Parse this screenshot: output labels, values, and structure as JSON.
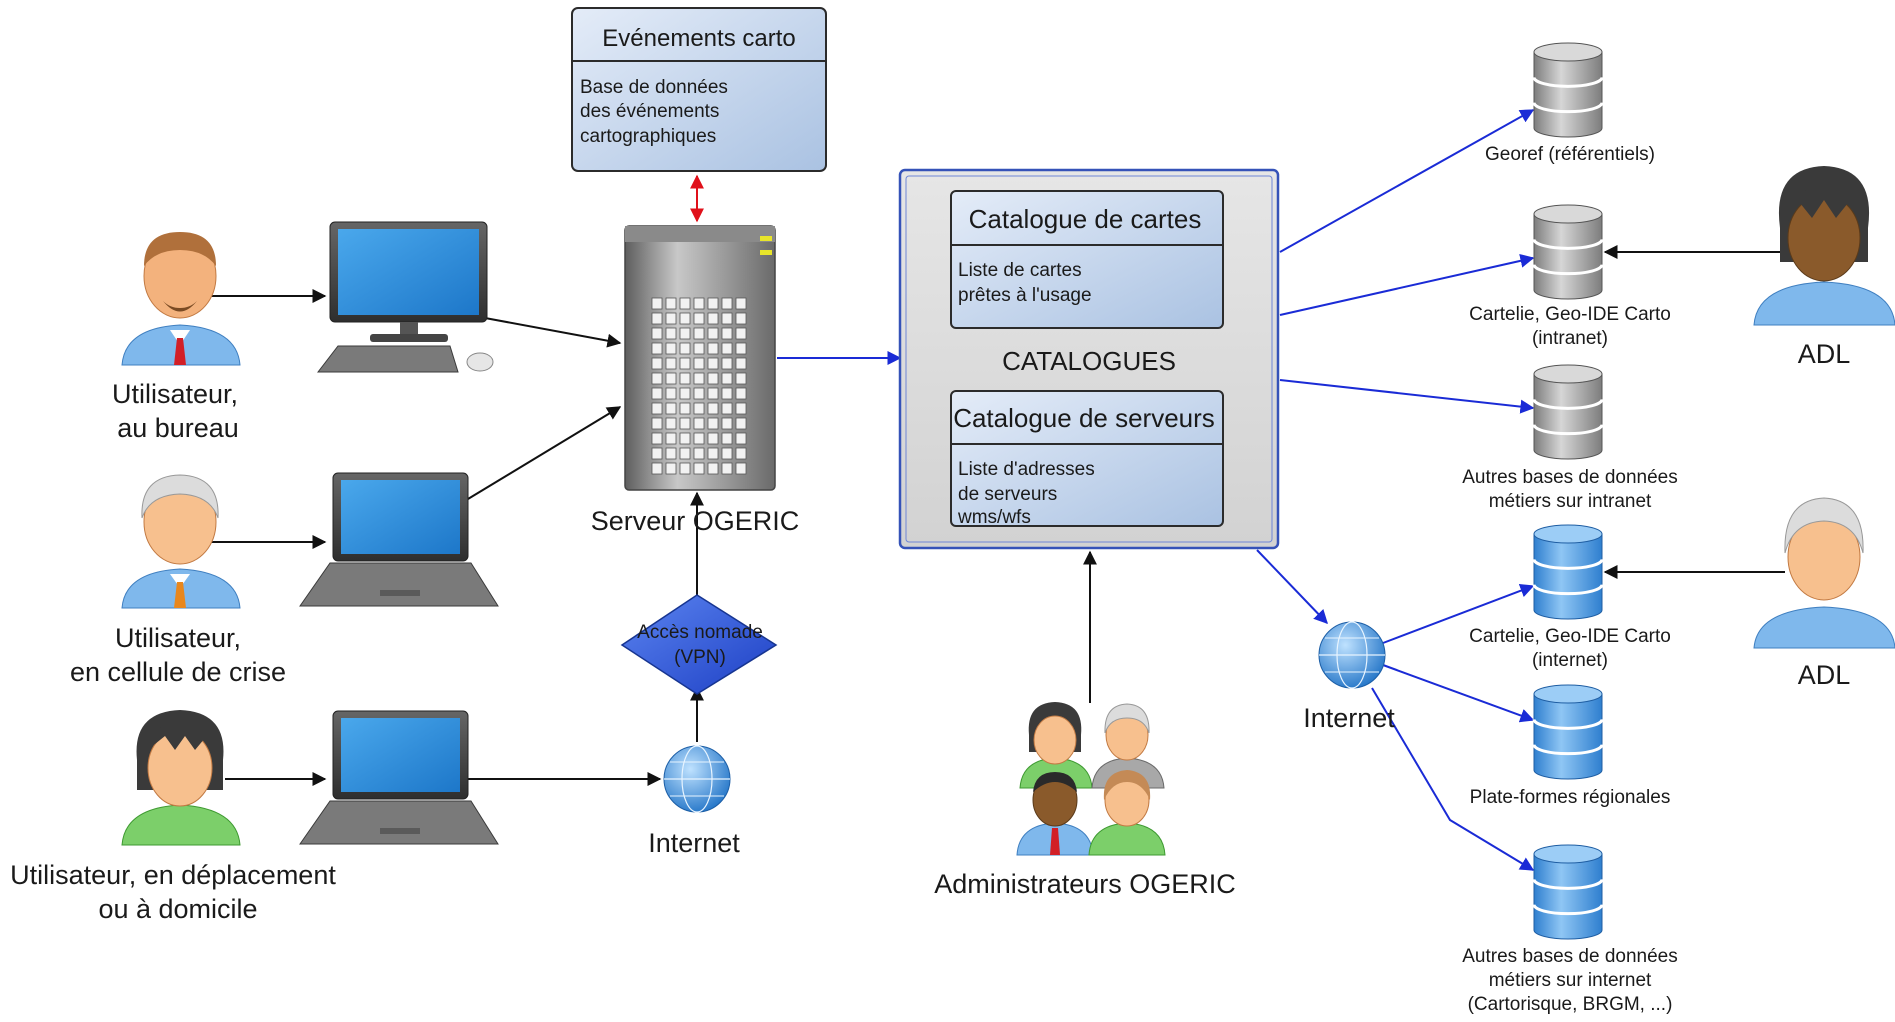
{
  "events_box": {
    "title": "Evénements carto",
    "lines": [
      "Base de données",
      "des événements",
      "cartographiques"
    ]
  },
  "server": {
    "label": "Serveur OGERIC"
  },
  "users": [
    {
      "line1": "Utilisateur,",
      "line2": "au bureau"
    },
    {
      "line1": "Utilisateur,",
      "line2": "en cellule de crise"
    },
    {
      "line1": "Utilisateur, en déplacement",
      "line2": "ou à domicile"
    }
  ],
  "internet_left": {
    "label": "Internet"
  },
  "vpn": {
    "line1": "Accès nomade",
    "line2": "(VPN)"
  },
  "catalogues": {
    "label": "CATALOGUES",
    "maps": {
      "title": "Catalogue de cartes",
      "lines": [
        "Liste de cartes",
        "prêtes à l'usage"
      ]
    },
    "servers": {
      "title": "Catalogue de serveurs",
      "lines": [
        "Liste d'adresses",
        "de serveurs",
        "wms/wfs"
      ]
    }
  },
  "admins": {
    "label": "Administrateurs OGERIC"
  },
  "internet_right": {
    "label": "Internet"
  },
  "databases": [
    {
      "lines": [
        "Georef (référentiels)"
      ],
      "color": "gray"
    },
    {
      "lines": [
        "Cartelie, Geo-IDE Carto",
        "(intranet)"
      ],
      "color": "gray"
    },
    {
      "lines": [
        "Autres bases de données",
        "métiers sur intranet"
      ],
      "color": "gray"
    },
    {
      "lines": [
        "Cartelie, Geo-IDE Carto",
        "(internet)"
      ],
      "color": "blue"
    },
    {
      "lines": [
        "Plate-formes régionales"
      ],
      "color": "blue"
    },
    {
      "lines": [
        "Autres bases de données",
        "métiers sur internet",
        "(Cartorisque, BRGM, ...)"
      ],
      "color": "blue"
    }
  ],
  "adl": [
    {
      "label": "ADL"
    },
    {
      "label": "ADL"
    }
  ],
  "colors": {
    "link_blue": "#1a2bd6",
    "link_black": "#111111",
    "link_red": "#e0101a",
    "box_fill": "#c9d8ee"
  }
}
